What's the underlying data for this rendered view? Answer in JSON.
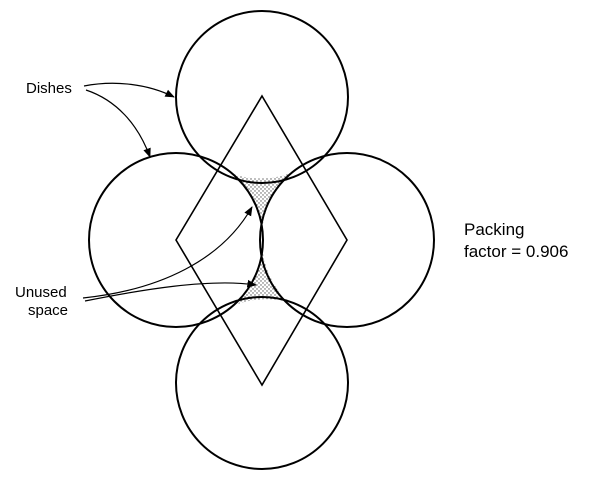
{
  "labels": {
    "dishes": "Dishes",
    "unused_line1": "Unused",
    "unused_line2": "space",
    "packing_line1": "Packing",
    "packing_line2": "factor = 0.906"
  },
  "colors": {
    "stroke": "#000000",
    "stipple": "#555555",
    "background": "#ffffff"
  }
}
